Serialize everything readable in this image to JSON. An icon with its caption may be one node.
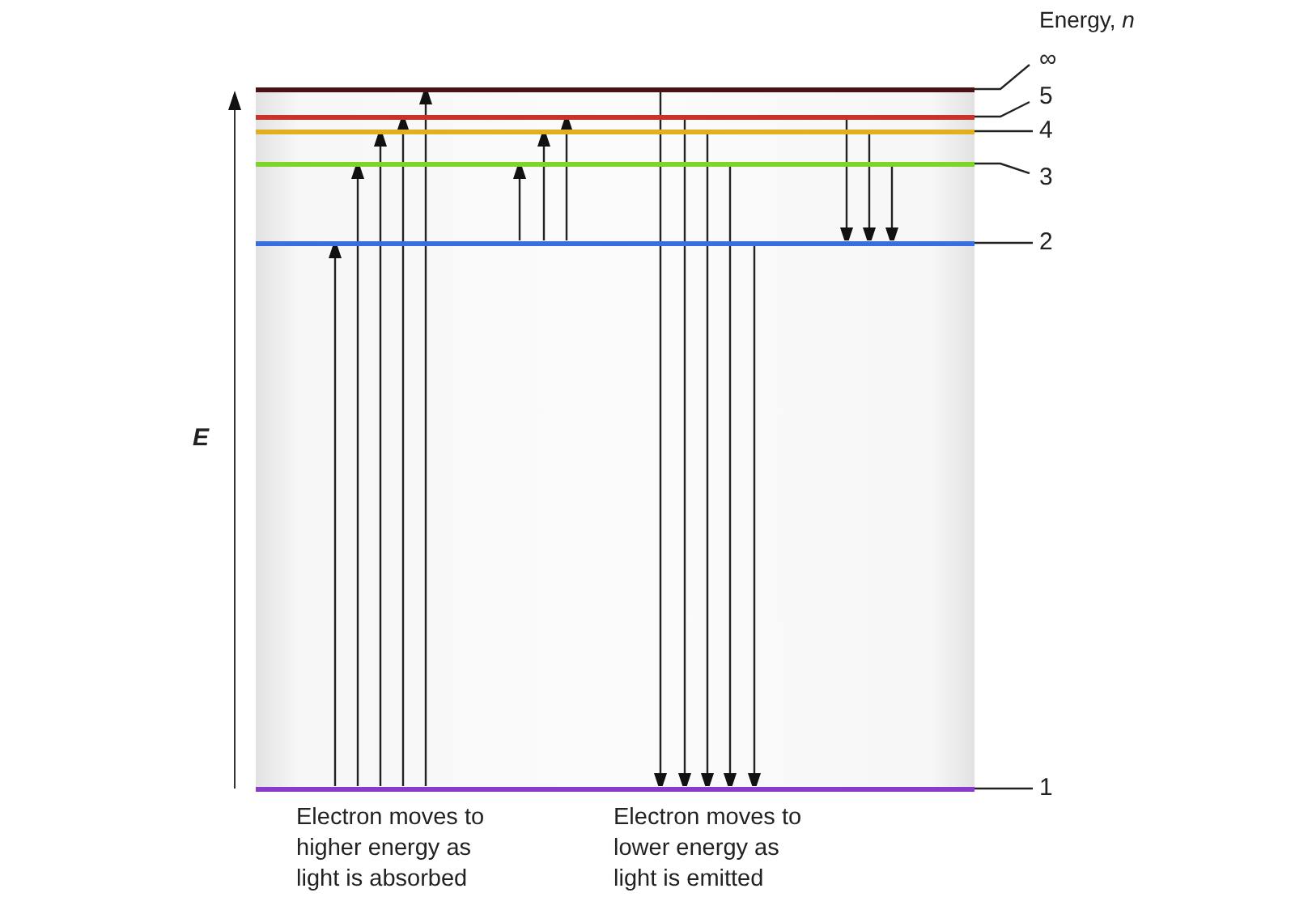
{
  "diagram": {
    "nodes": [
      {
        "text": [],
        "shape": "bar"
      },
      {
        "text": [],
        "shape": "bar"
      },
      {
        "text": [],
        "shape": "bar"
      },
      {
        "text": [],
        "shape": "bar"
      },
      {
        "text": [],
        "shape": "bar"
      },
      {
        "text": [],
        "shape": "bar"
      },
      {
        "text": [
          "∞"
        ]
      },
      {
        "text": [
          "5"
        ]
      },
      {
        "text": [
          "4"
        ]
      },
      {
        "text": [
          "3"
        ]
      },
      {
        "text": [
          "2"
        ]
      },
      {
        "text": [
          "1"
        ]
      }
    ],
    "edges": [
      {
        "from": 5,
        "to": 4,
        "arrow": "to"
      },
      {
        "from": 5,
        "to": 3,
        "arrow": "to"
      },
      {
        "from": 5,
        "to": 2,
        "arrow": "to"
      },
      {
        "from": 5,
        "to": 1,
        "arrow": "to"
      },
      {
        "from": 5,
        "to": 0,
        "arrow": "to"
      },
      {
        "from": 4,
        "to": 3,
        "arrow": "to"
      },
      {
        "from": 4,
        "to": 2,
        "arrow": "to"
      },
      {
        "from": 4,
        "to": 1,
        "arrow": "to"
      },
      {
        "from": 0,
        "to": 5,
        "arrow": "to"
      },
      {
        "from": 1,
        "to": 5,
        "arrow": "to"
      },
      {
        "from": 2,
        "to": 5,
        "arrow": "to"
      },
      {
        "from": 3,
        "to": 5,
        "arrow": "to"
      },
      {
        "from": 4,
        "to": 5,
        "arrow": "to"
      },
      {
        "from": 1,
        "to": 4,
        "arrow": "to"
      },
      {
        "from": 2,
        "to": 4,
        "arrow": "to"
      },
      {
        "from": 3,
        "to": 4,
        "arrow": "to"
      },
      {
        "from": 6,
        "to": 0,
        "arrow": "none"
      },
      {
        "from": 7,
        "to": 1,
        "arrow": "none"
      },
      {
        "from": 8,
        "to": 2,
        "arrow": "none"
      },
      {
        "from": 9,
        "to": 3,
        "arrow": "none"
      },
      {
        "from": 10,
        "to": 4,
        "arrow": "none"
      },
      {
        "from": 11,
        "to": 5,
        "arrow": "none"
      }
    ],
    "labels": [
      "Energy, *n*",
      "E",
      "Electron moves to higher energy as light is absorbed",
      "Electron moves to lower energy as light is emitted"
    ]
  }
}
